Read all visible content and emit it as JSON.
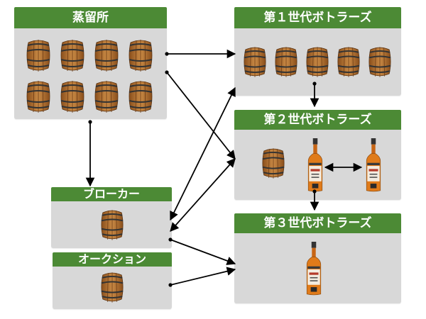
{
  "nodes": {
    "distillery": {
      "title": "蒸留所"
    },
    "first_gen": {
      "title": "第１世代ボトラーズ"
    },
    "second_gen": {
      "title": "第２世代ボトラーズ"
    },
    "third_gen": {
      "title": "第３世代ボトラーズ"
    },
    "broker": {
      "title": "ブローカー"
    },
    "auction": {
      "title": "オークション"
    }
  },
  "icons": {
    "barrel": "barrel-icon",
    "bottle": "whisky-bottle-icon"
  },
  "colors": {
    "header": "#4c8a35",
    "box": "#d8d8d8",
    "barrel_wood": "#b87333",
    "barrel_hoop": "#3a3a3a",
    "bottle_amber": "#e07b1a",
    "arrow": "#000000"
  }
}
